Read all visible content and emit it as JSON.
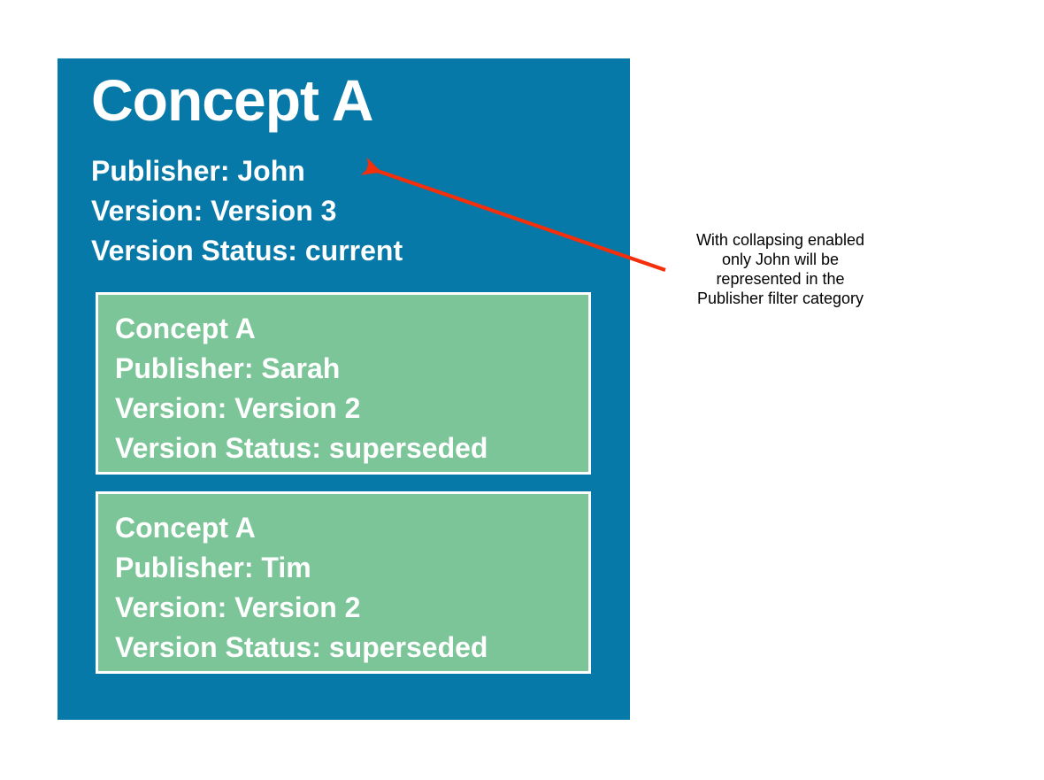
{
  "colors": {
    "panel_blue": "#0779A8",
    "card_green": "#7CC598",
    "arrow_red": "#F42F0C",
    "text_white": "#FFFFFF",
    "note_black": "#000000",
    "page_background": "#FFFFFF"
  },
  "concept": {
    "title": "Concept A",
    "meta": [
      "Publisher: John",
      "Version: Version 3",
      "Version Status: current"
    ],
    "publisher_label": "Publisher:",
    "publisher_value": "John",
    "version_label": "Version:",
    "version_value": "Version 3",
    "status_label": "Version Status:",
    "status_value": "current"
  },
  "versions": [
    {
      "title": "Concept A",
      "publisher": "Publisher: Sarah",
      "version": "Version: Version 2",
      "status": "Version Status: superseded",
      "publisher_value": "Sarah",
      "version_value": "Version 2",
      "status_value": "superseded"
    },
    {
      "title": "Concept A",
      "publisher": "Publisher: Tim",
      "version": "Version: Version 2",
      "status": "Version Status: superseded",
      "publisher_value": "Tim",
      "version_value": "Version 2",
      "status_value": "superseded"
    }
  ],
  "callout": {
    "lines": [
      "With collapsing enabled",
      "only John will be",
      "represented in the",
      "Publisher filter category"
    ],
    "full_text": "With collapsing enabled only John will be represented in the Publisher filter category"
  }
}
